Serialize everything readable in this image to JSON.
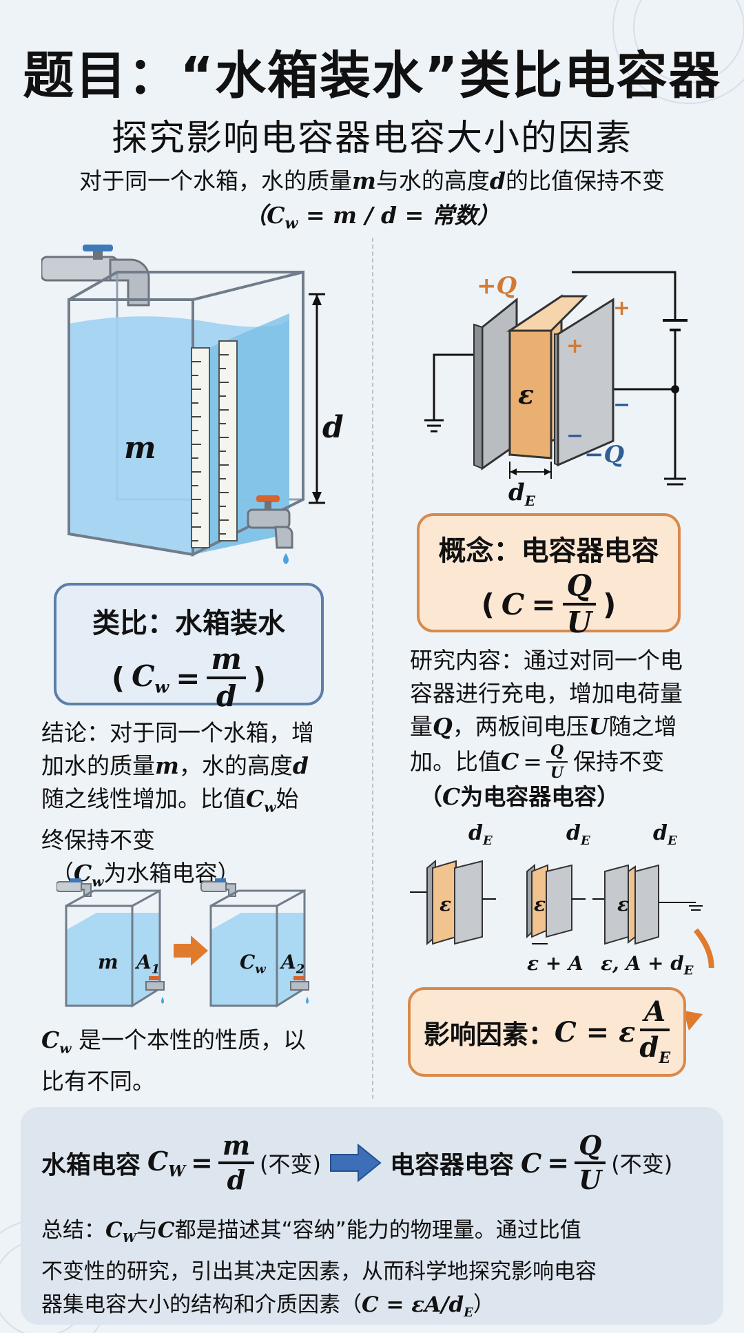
{
  "header": {
    "title": "题目：“水箱装水”类比电容器",
    "subtitle": "探究影响电容器电容大小的因素",
    "intro_line1_a": "对于同一个水箱，水的质量",
    "intro_line1_m": "m",
    "intro_line1_b": "与水的高度",
    "intro_line1_d": "d",
    "intro_line1_c": "的比值保持不变",
    "intro_line2": "（C",
    "intro_line2_sub": "w",
    "intro_line2_rest": " = m / d = 常数）"
  },
  "water_tank": {
    "mass_label": "m",
    "height_label": "d"
  },
  "capacitor": {
    "plus_q": "+Q",
    "minus_q": "−Q",
    "plus_sign": "+",
    "minus_sign": "−",
    "epsilon": "ε",
    "gap_label": "d",
    "gap_sub": "E"
  },
  "analogy_box": {
    "title": "类比：水箱装水",
    "formula_lhs": "C",
    "formula_lhs_sub": "w",
    "formula_num": "m",
    "formula_den": "d"
  },
  "concept_box": {
    "title": "概念：电容器电容",
    "formula_lhs": "C",
    "formula_num": "Q",
    "formula_den": "U"
  },
  "conclusion": {
    "line1": "结论：对于同一个水箱，增",
    "line2_a": "加水的质量",
    "line2_m": "m",
    "line2_b": "，水的高度",
    "line2_d": "d",
    "line3_a": "随之线性增加。比值",
    "line3_c": "C",
    "line3_sub": "w",
    "line3_b": "始",
    "line4": "终保持不变",
    "line5_a": "（",
    "line5_c": "C",
    "line5_sub": "w",
    "line5_b": "为水箱电容）"
  },
  "research": {
    "line1": "研究内容：通过对同一个电",
    "line2": "容器进行充电，增加电荷量",
    "line3_a": "量",
    "line3_q": "Q",
    "line3_b": "，两板间电压",
    "line3_u": "U",
    "line3_c": "随之增",
    "line4_a": "加。比值",
    "line4_c": "C",
    "line4_num": "Q",
    "line4_den": "U",
    "line4_b": "保持不变",
    "line5_a": "（",
    "line5_c": "C",
    "line5_b": "为电容器电容）"
  },
  "small_tanks": {
    "tank1_m": "m",
    "tank1_a": "A",
    "tank1_a_sub": "1",
    "tank2_c": "C",
    "tank2_c_sub": "w",
    "tank2_a": "A",
    "tank2_a_sub": "2"
  },
  "tank_note": {
    "line1_c": "C",
    "line1_sub": "w",
    "line1_rest": " 是一个本性的性质，以",
    "line2": "比有不同。"
  },
  "small_caps": {
    "d": "d",
    "d_sub": "E",
    "eps": "ε",
    "label1": "ε + A",
    "label2_a": "ε, A + d",
    "label2_sub": "E"
  },
  "factors_box": {
    "title": "影响因素：",
    "lhs": "C = ε",
    "num": "A",
    "den": "d",
    "den_sub": "E"
  },
  "bottom": {
    "left_label": "水箱电容",
    "left_c": "C",
    "left_sub": "W",
    "left_num": "m",
    "left_den": "d",
    "left_note": "(不变)",
    "right_label": "电容器电容",
    "right_c": "C",
    "right_num": "Q",
    "right_den": "U",
    "right_note": "(不变)",
    "summary1_a": "总结：",
    "summary1_c": "C",
    "summary1_sub": "W",
    "summary1_b": "与",
    "summary1_c2": "C",
    "summary1_rest": "都是描述其“容纳”能力的物理量。通过比值",
    "summary2": "不变性的研究，引出其决定因素，从而科学地探究影响电容",
    "summary3_a": "器集电容大小的结构和介质因素（",
    "summary3_f": "C = εA/d",
    "summary3_sub": "E",
    "summary3_b": "）"
  },
  "colors": {
    "water": "#8ec9ec",
    "dielectric": "#f1c38f",
    "blue_border": "#5b7fa8",
    "orange_border": "#d9894a",
    "arrow_orange": "#e07b2e",
    "arrow_blue": "#3d6fb8"
  }
}
